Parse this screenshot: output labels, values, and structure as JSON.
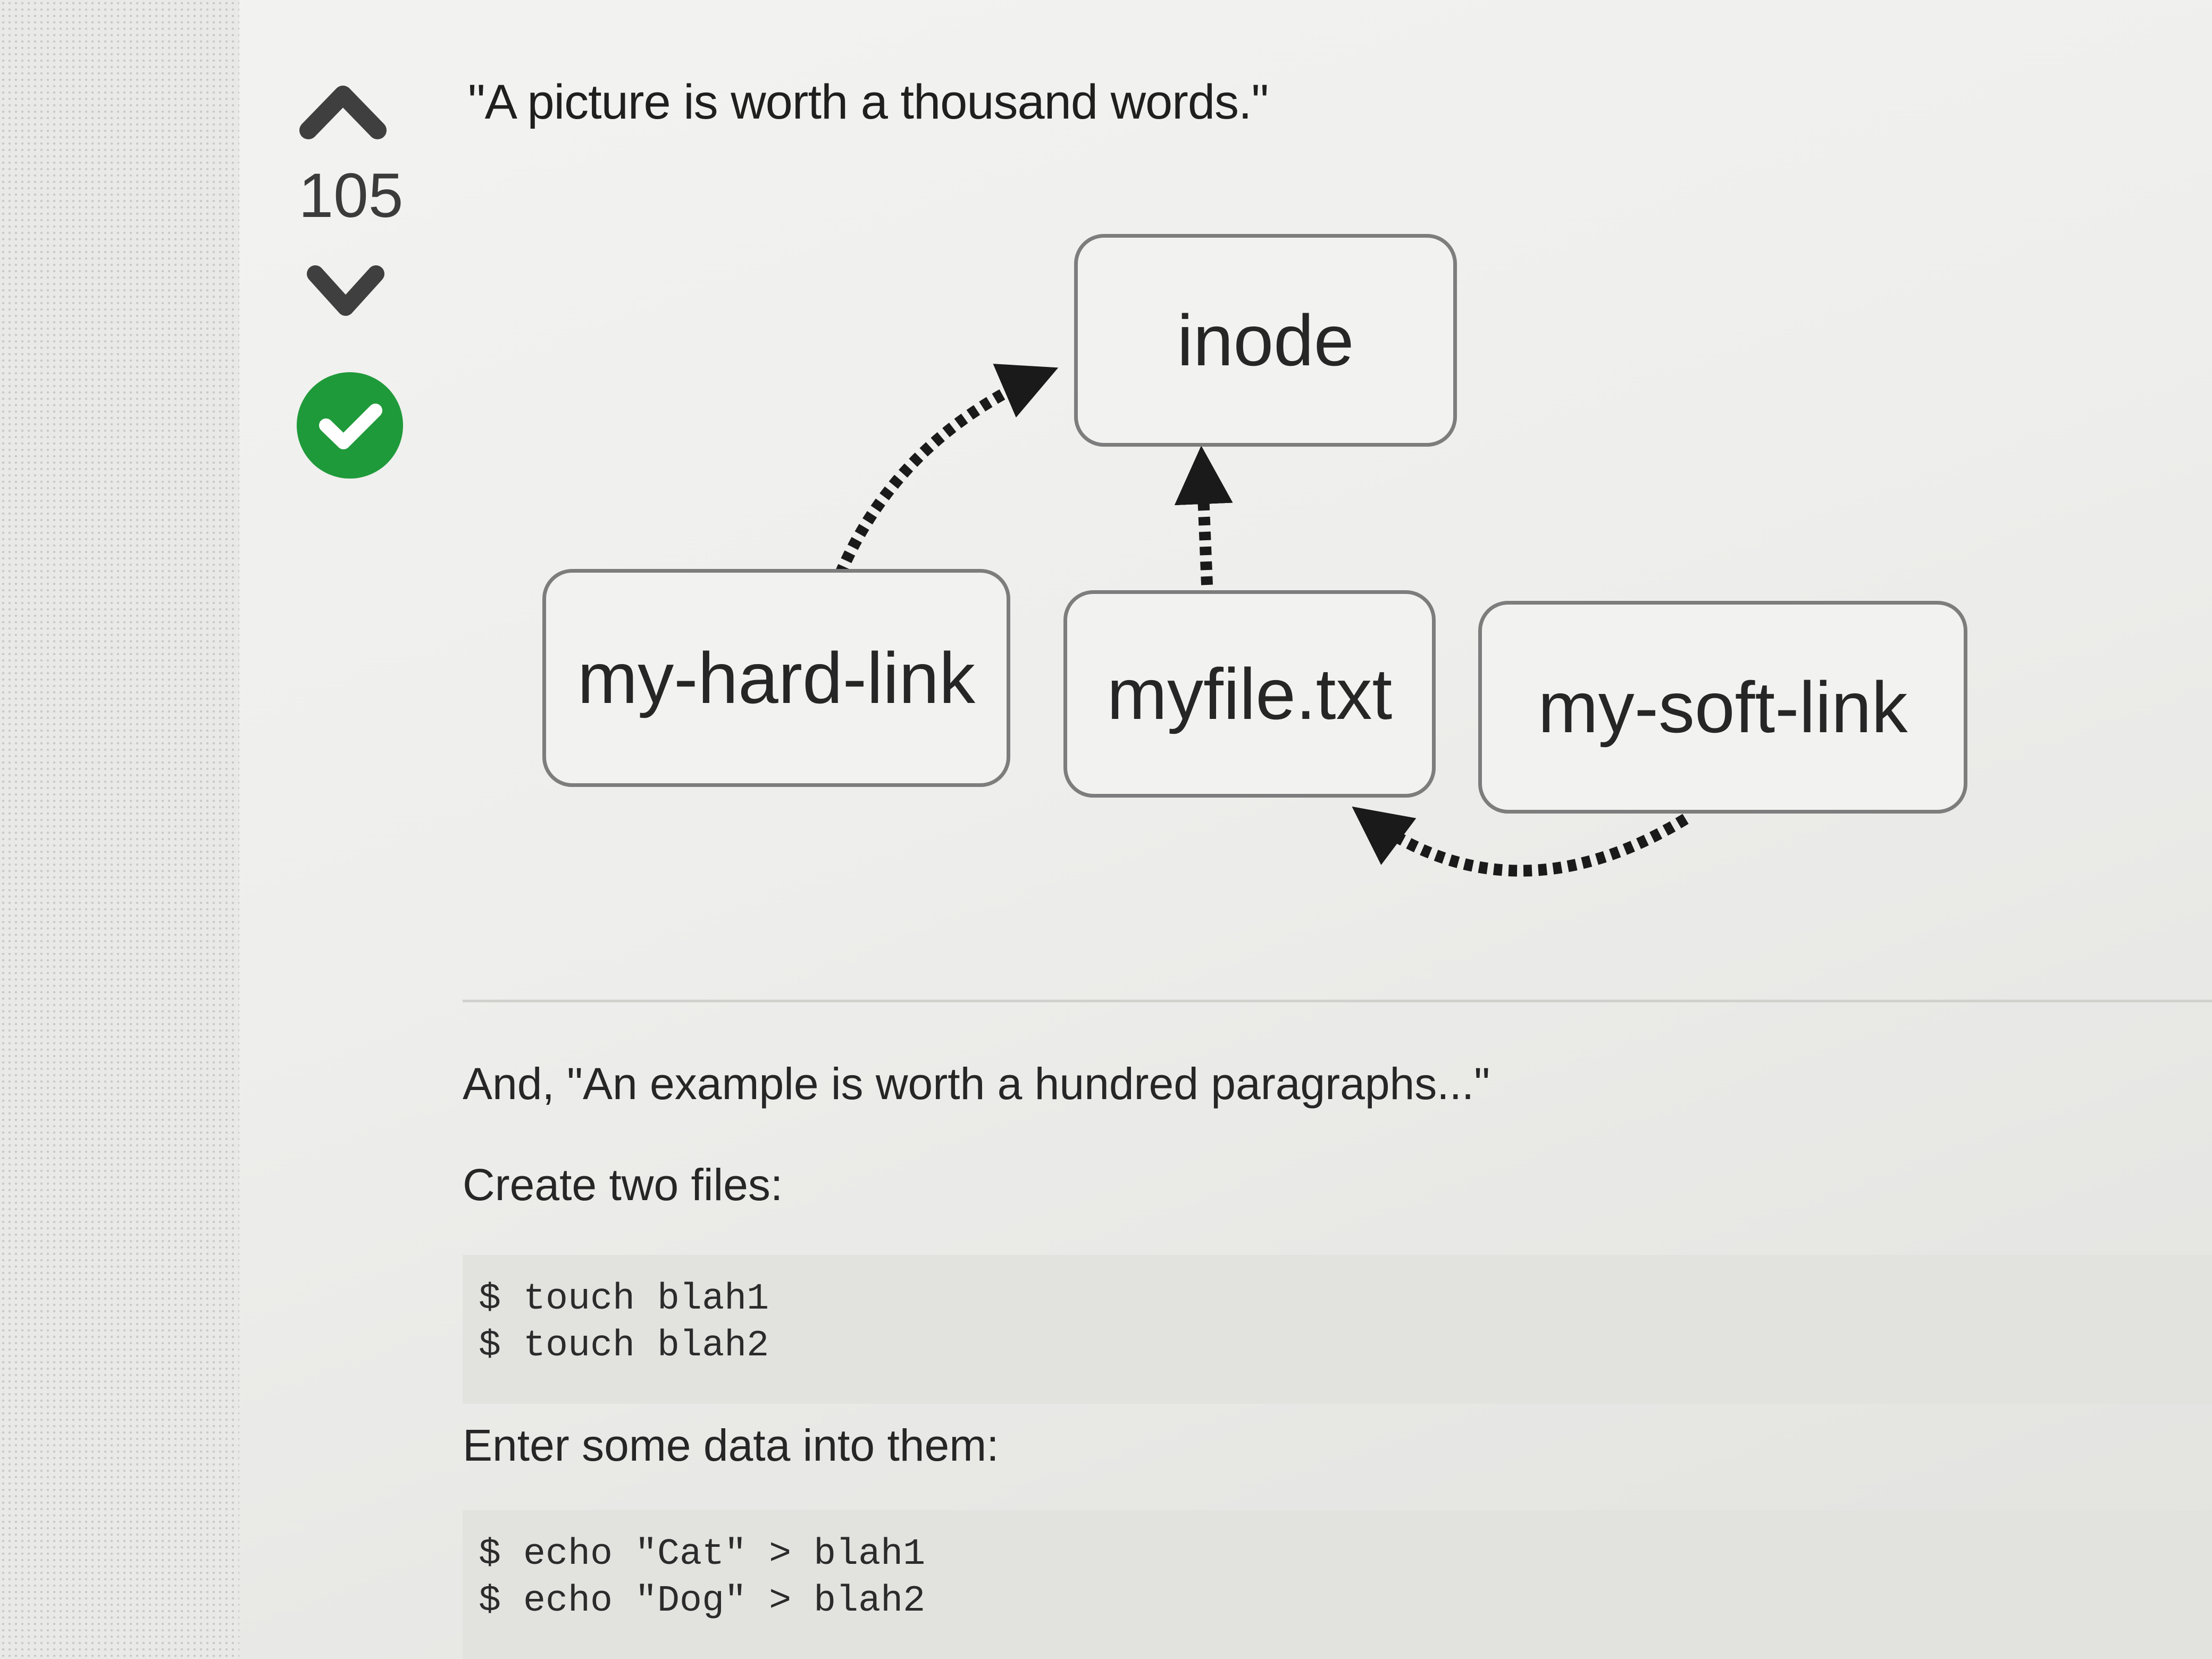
{
  "votes": {
    "count": "105"
  },
  "answer": {
    "quote": "\"A picture is worth a thousand words.\"",
    "diagram": {
      "inode_label": "inode",
      "hard_link_label": "my-hard-link",
      "file_label": "myfile.txt",
      "soft_link_label": "my-soft-link"
    },
    "paragraph_1": "And, \"An example is worth a hundred paragraphs...\"",
    "paragraph_2": "Create two files:",
    "code_1": {
      "line_1": "$ touch blah1",
      "line_2": "$ touch blah2"
    },
    "paragraph_3": "Enter some data into them:",
    "code_2": {
      "line_1": "$ echo \"Cat\" > blah1",
      "line_2": "$ echo \"Dog\" > blah2"
    }
  },
  "colors": {
    "accepted": "#1f9a3a",
    "text": "#262626",
    "node_border": "#7d7d7d",
    "code_background": "#e2e2df"
  },
  "icons": {
    "vote_up": "chevron-up-icon",
    "vote_down": "chevron-down-icon",
    "accepted": "checkmark-icon"
  }
}
